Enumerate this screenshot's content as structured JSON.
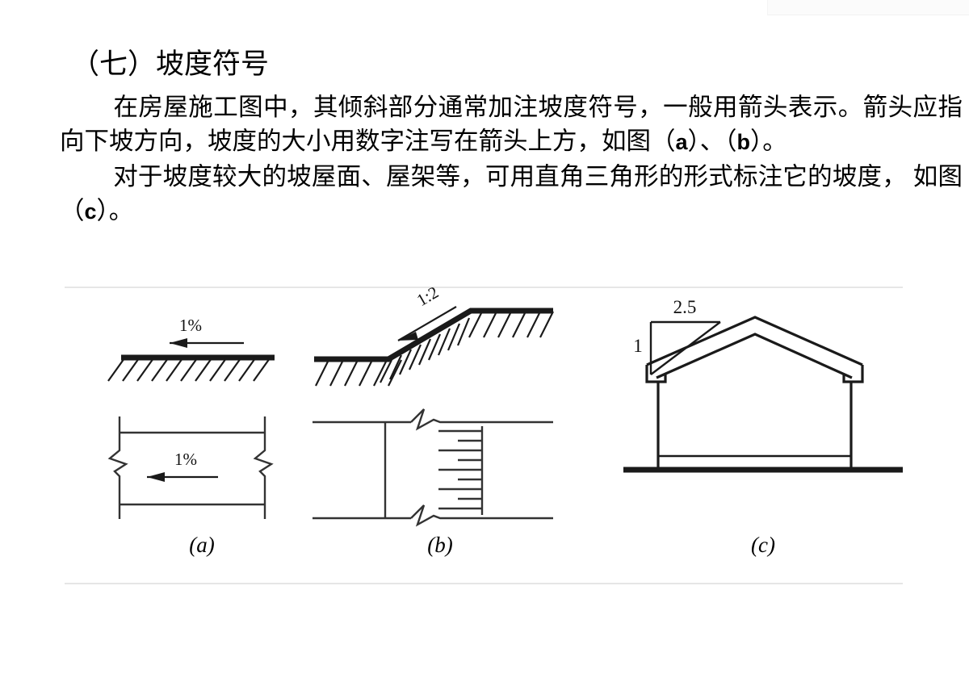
{
  "slide": {
    "heading": "（七）坡度符号",
    "paragraphs": [
      "在房屋施工图中，其倾斜部分通常加注坡度符号，一般用箭头表示。箭头应指向下坡方向，坡度的大小用数字注写在箭头上方，如图（a）、（b）。",
      "对于坡度较大的坡屋面、屋架等，可用直角三角形的形式标注它的坡度，如图（c）。"
    ],
    "paragraph_runs": [
      {
        "indent": true,
        "parts": [
          {
            "t": "在房屋施工图中，其倾斜部分通常加注坡度符号，一般用箭头表示。箭头应指向下坡方向，坡度的大小用数字注写在箭头上方，如图（",
            "latin": false
          },
          {
            "t": "a",
            "latin": true
          },
          {
            "t": "）、（",
            "latin": false
          },
          {
            "t": "b",
            "latin": true
          },
          {
            "t": "）。",
            "latin": false
          }
        ]
      },
      {
        "indent": true,
        "parts": [
          {
            "t": "对于坡度较大的坡屋面、屋架等，可用直角三角形的形式标注它的坡度， 如图（",
            "latin": false
          },
          {
            "t": "c",
            "latin": true
          },
          {
            "t": "）。",
            "latin": false
          }
        ]
      }
    ]
  },
  "figures": [
    {
      "id": "a",
      "caption": "(a)",
      "description": "立面与剖面中用箭头表示坡度",
      "labels": {
        "elevation_slope": "1%",
        "section_slope": "1%"
      },
      "arrow_direction": "left"
    },
    {
      "id": "b",
      "caption": "(b)",
      "description": "斜坡面上的坡度符号及平面坡度示意",
      "labels": {
        "slope_ratio": "1:2"
      },
      "arrow_direction": "down-left"
    },
    {
      "id": "c",
      "caption": "(c)",
      "description": "坡屋面用直角三角形标注坡度",
      "labels": {
        "rise": "1",
        "run": "2.5"
      }
    }
  ],
  "colors": {
    "ink": "#1a1a1a",
    "rule": "#e6e6e6",
    "page": "#ffffff"
  }
}
